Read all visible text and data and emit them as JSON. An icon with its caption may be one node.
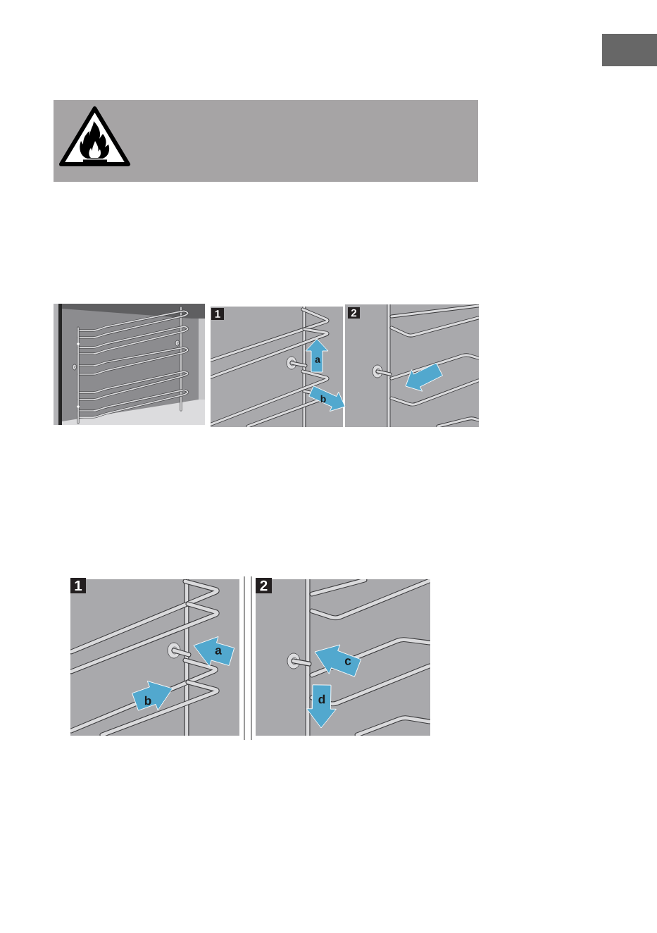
{
  "diagram": {
    "labels": [
      "1",
      "a",
      "b",
      "2",
      "1",
      "a",
      "b",
      "2",
      "c",
      "d"
    ]
  }
}
